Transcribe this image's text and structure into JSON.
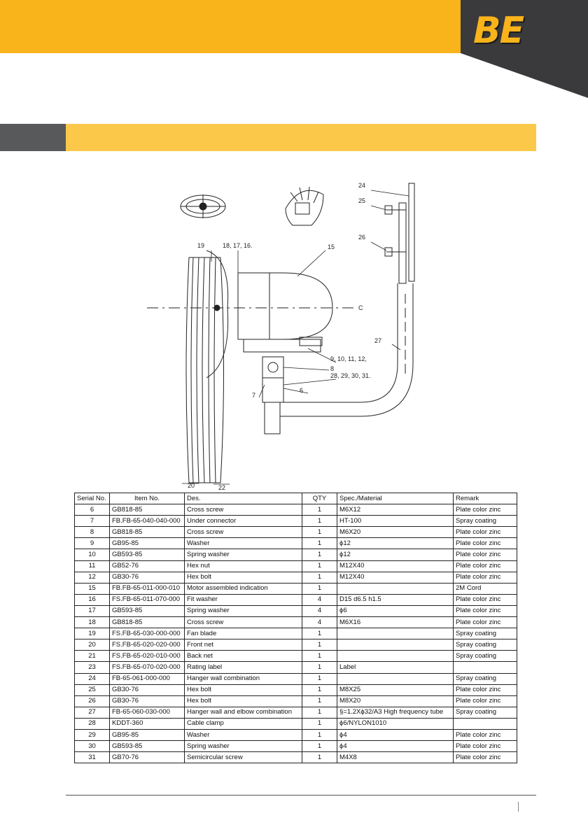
{
  "brand": {
    "logo_text": "BE",
    "primary_color": "#f9b31b",
    "dark_color": "#3a3a3c"
  },
  "diagram": {
    "callouts": [
      "24",
      "25",
      "26",
      "19",
      "18, 17, 16.",
      "15",
      "C",
      "27",
      "9, 10, 11, 12,",
      "8",
      "28, 29, 30, 31.",
      "6",
      "7",
      "20",
      "22"
    ]
  },
  "table": {
    "headers": [
      "Serial No.",
      "Item No.",
      "Des.",
      "QTY",
      "Spec./Material",
      "Remark"
    ],
    "rows": [
      [
        "6",
        "GB818-85",
        "Cross screw",
        "1",
        "M6X12",
        "Plate color zinc"
      ],
      [
        "7",
        "FB.FB-65-040-040-000",
        "Under connector",
        "1",
        "HT-100",
        "Spray coating"
      ],
      [
        "8",
        "GB818-85",
        "Cross screw",
        "1",
        "M6X20",
        "Plate color zinc"
      ],
      [
        "9",
        "GB95-85",
        "Washer",
        "1",
        "ϕ12",
        "Plate color zinc"
      ],
      [
        "10",
        "GB593-85",
        "Spring washer",
        "1",
        "ϕ12",
        "Plate color zinc"
      ],
      [
        "11",
        "GB52-76",
        "Hex nut",
        "1",
        "M12X40",
        "Plate color zinc"
      ],
      [
        "12",
        "GB30-76",
        "Hex bolt",
        "1",
        "M12X40",
        "Plate color zinc"
      ],
      [
        "15",
        "FB.FB-65-011-000-010",
        "Motor assembled indication",
        "1",
        "",
        "2M Cord"
      ],
      [
        "16",
        "FS.FB-65-011-070-000",
        "Fit washer",
        "4",
        "D15 d6.5 h1.5",
        "Plate color zinc"
      ],
      [
        "17",
        "GB593-85",
        "Spring washer",
        "4",
        "ϕ6",
        "Plate color zinc"
      ],
      [
        "18",
        "GB818-85",
        "Cross screw",
        "4",
        "M6X16",
        "Plate color zinc"
      ],
      [
        "19",
        "FS.FB-65-030-000-000",
        "Fan blade",
        "1",
        "",
        "Spray coating"
      ],
      [
        "20",
        "FS.FB-65-020-020-000",
        "Front net",
        "1",
        "",
        "Spray coating"
      ],
      [
        "21",
        "FS.FB-65-020-010-000",
        "Back net",
        "1",
        "",
        "Spray coating"
      ],
      [
        "23",
        "FS.FB-65-070-020-000",
        "Rating label",
        "1",
        "Label",
        ""
      ],
      [
        "24",
        "FB-65-061-000-000",
        "Hanger wall combination",
        "1",
        "",
        "Spray coating"
      ],
      [
        "25",
        "GB30-76",
        "Hex bolt",
        "1",
        "M8X25",
        "Plate color zinc"
      ],
      [
        "26",
        "GB30-76",
        "Hex bolt",
        "1",
        "M8X20",
        "Plate color zinc"
      ],
      [
        "27",
        "FB-65-060-030-000",
        "Hanger wall and elbow combination",
        "1",
        "§=1.2Xϕ32/A3 High frequency tube",
        "Spray coating"
      ],
      [
        "28",
        "KDDT-360",
        "Cable clamp",
        "1",
        "ϕ6/NYLON1010",
        ""
      ],
      [
        "29",
        "GB95-85",
        "Washer",
        "1",
        "ϕ4",
        "Plate color zinc"
      ],
      [
        "30",
        "GB593-85",
        "Spring washer",
        "1",
        "ϕ4",
        "Plate color zinc"
      ],
      [
        "31",
        "GB70-76",
        "Semicircular screw",
        "1",
        "M4X8",
        "Plate color zinc"
      ]
    ]
  }
}
